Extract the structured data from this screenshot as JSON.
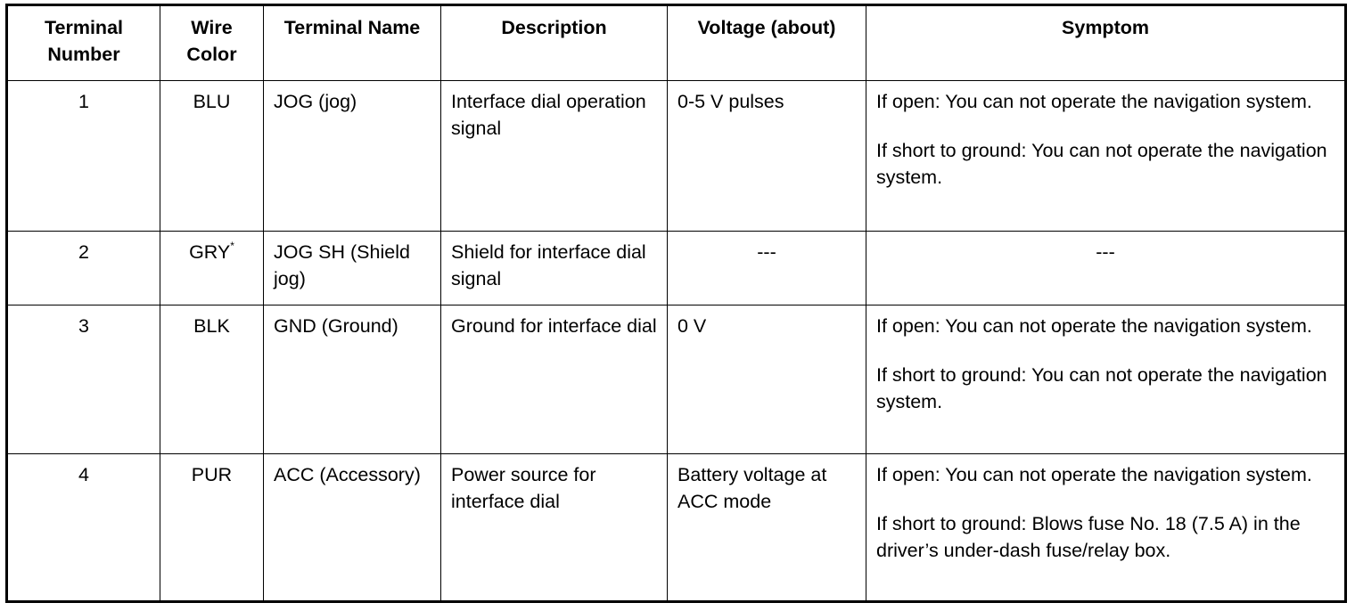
{
  "headers": {
    "terminal_number": "Terminal Number",
    "wire_color": "Wire Color",
    "terminal_name": "Terminal Name",
    "description": "Description",
    "voltage": "Voltage (about)",
    "symptom": "Symptom"
  },
  "rows": [
    {
      "terminal_number": "1",
      "wire_color": "BLU",
      "wire_color_mark": "",
      "terminal_name": "JOG (jog)",
      "description": "Interface dial operation signal",
      "voltage": "0-5 V pulses",
      "symptom_open": "If open: You can not operate the navigation system.",
      "symptom_short": "If short to ground: You can not operate the navigation system."
    },
    {
      "terminal_number": "2",
      "wire_color": "GRY",
      "wire_color_mark": "*",
      "terminal_name": "JOG SH (Shield jog)",
      "description": "Shield for interface dial signal",
      "voltage": "---",
      "symptom_open": "---",
      "symptom_short": ""
    },
    {
      "terminal_number": "3",
      "wire_color": "BLK",
      "wire_color_mark": "",
      "terminal_name": "GND (Ground)",
      "description": "Ground for interface dial",
      "voltage": "0 V",
      "symptom_open": "If open: You can not operate the navigation system.",
      "symptom_short": "If short to ground: You can not operate the navigation system."
    },
    {
      "terminal_number": "4",
      "wire_color": "PUR",
      "wire_color_mark": "",
      "terminal_name": "ACC (Accessory)",
      "description": "Power source for interface dial",
      "voltage": "Battery voltage at ACC mode",
      "symptom_open": "If open: You can not operate the navigation system.",
      "symptom_short": "If short to ground: Blows fuse No. 18 (7.5 A) in the driver’s under-dash fuse/relay box."
    }
  ]
}
